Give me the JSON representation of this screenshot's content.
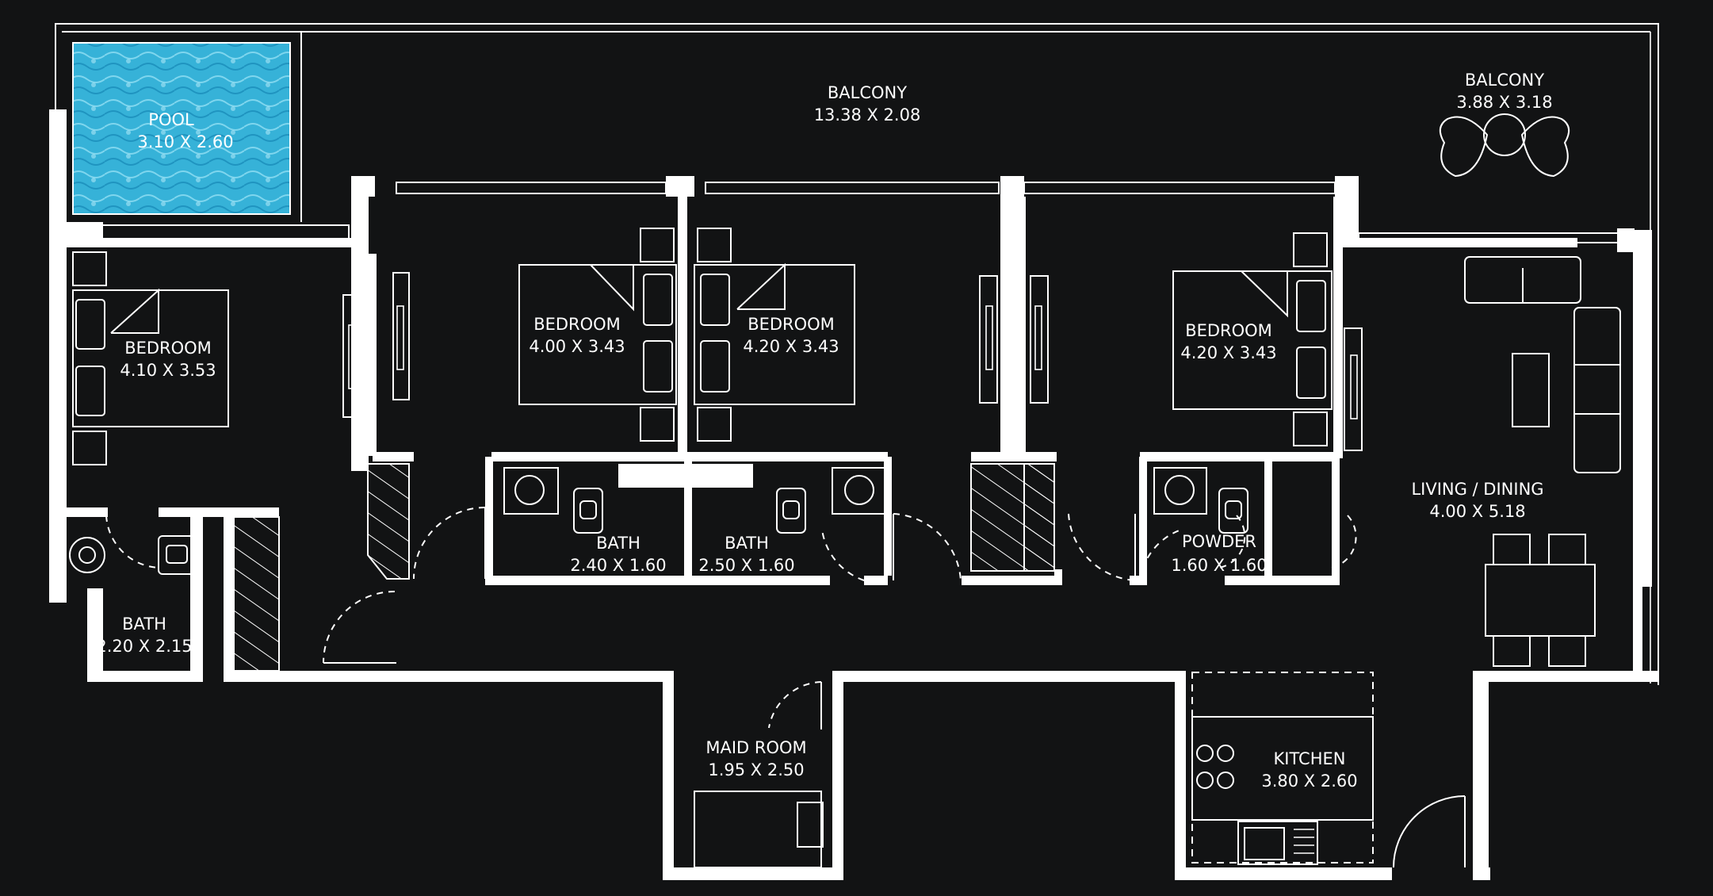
{
  "colors": {
    "background": "#121314",
    "walls": "#ffffff",
    "pool_water": "#3bb6da"
  },
  "rooms": {
    "pool": {
      "name": "POOL",
      "size": "3.10 X 2.60"
    },
    "balcony_main": {
      "name": "BALCONY",
      "size": "13.38 X 2.08"
    },
    "balcony_corner": {
      "name": "BALCONY",
      "size": "3.88 X 3.18"
    },
    "bedroom_1": {
      "name": "BEDROOM",
      "size": "4.10 X 3.53"
    },
    "bedroom_2": {
      "name": "BEDROOM",
      "size": "4.00 X 3.43"
    },
    "bedroom_3": {
      "name": "BEDROOM",
      "size": "4.20 X 3.43"
    },
    "bedroom_4": {
      "name": "BEDROOM",
      "size": "4.20 X 3.43"
    },
    "bath_1": {
      "name": "BATH",
      "size": "2.40 X 1.60"
    },
    "bath_2": {
      "name": "BATH",
      "size": "2.50 X 1.60"
    },
    "bath_3": {
      "name": "BATH",
      "size": "2.20 X 2.15"
    },
    "powder": {
      "name": "POWDER",
      "size": "1.60 X 1.60"
    },
    "living_dining": {
      "name": "LIVING / DINING",
      "size": "4.00 X 5.18"
    },
    "maid_room": {
      "name": "MAID ROOM",
      "size": "1.95 X 2.50"
    },
    "kitchen": {
      "name": "KITCHEN",
      "size": "3.80 X 2.60"
    }
  }
}
